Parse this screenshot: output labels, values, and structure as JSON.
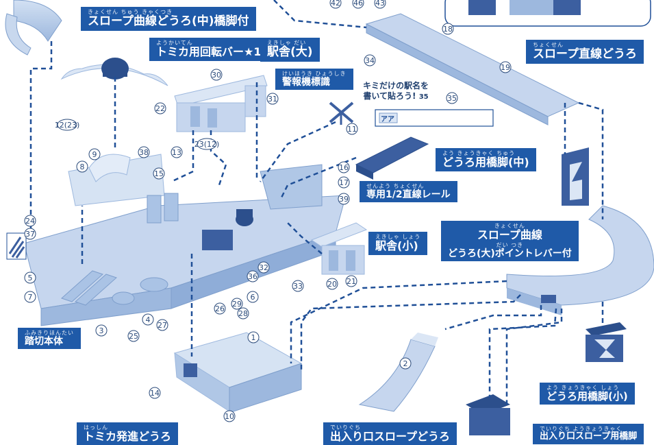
{
  "labels": {
    "slope_curve_road_mid": {
      "ruby": "きょくせん ちゅう きゃくつき",
      "text": "スロープ曲線どうろ(中)橋脚付"
    },
    "rotating_bar": {
      "ruby": "ようかいてん",
      "text": "トミカ用回転バー★1"
    },
    "station_large": {
      "ruby": "えきしゃ だい",
      "text": "駅舎(大)"
    },
    "signal": {
      "ruby": "けいほうき ひょうしき",
      "text": "警報機標識"
    },
    "slope_straight_road": {
      "ruby": "ちょくせん",
      "text": "スロープ直線どうろ"
    },
    "road_pier_mid": {
      "ruby": "よう きょうきゃく ちゅう",
      "text": "どうろ用橋脚(中)"
    },
    "half_rail": {
      "ruby": "せんよう ちょくせん",
      "text": "専用1/2直線レール"
    },
    "station_small": {
      "ruby": "えきしゃ しょう",
      "text": "駅舎(小)"
    },
    "slope_curve_large": {
      "ruby": "きょくせん",
      "text": "スロープ曲線",
      "ruby2": "だい つき",
      "text2": "どうろ(大)ポイントレバー付"
    },
    "crossing_body": {
      "ruby": "ふみきりほんたい",
      "text": "踏切本体"
    },
    "tomica_launch": {
      "ruby": "はっしん",
      "text": "トミカ発進どうろ"
    },
    "entrance_slope_road": {
      "ruby": "でいりぐち",
      "text": "出入り口スロープどうろ"
    },
    "road_pier_small": {
      "ruby": "よう きょうきゃく しょう",
      "text": "どうろ用橋脚(小)"
    },
    "entrance_slope_pier": {
      "ruby": "でいりぐち ようきょうきゃく",
      "text": "出入り口スロープ用橋脚"
    }
  },
  "note": {
    "line1": "キミだけの駅名を",
    "line2": "書いて貼ろう!",
    "num": "35"
  },
  "sticker_text": "アア",
  "part_numbers": [
    "1",
    "2",
    "3",
    "4",
    "5",
    "6",
    "7",
    "8",
    "9",
    "10",
    "11",
    "12(23)",
    "13",
    "14",
    "15",
    "16",
    "17",
    "18",
    "19",
    "20",
    "21",
    "22",
    "23(12)",
    "24",
    "25",
    "26",
    "27",
    "28",
    "29",
    "30",
    "31",
    "32",
    "33",
    "34",
    "35",
    "36",
    "37",
    "38",
    "39",
    "42",
    "43",
    "46"
  ],
  "colors": {
    "label_bg": "#1f5aa8",
    "part": "#b9cde8",
    "part_dark": "#7f9fcc",
    "line": "#1f4f97"
  }
}
